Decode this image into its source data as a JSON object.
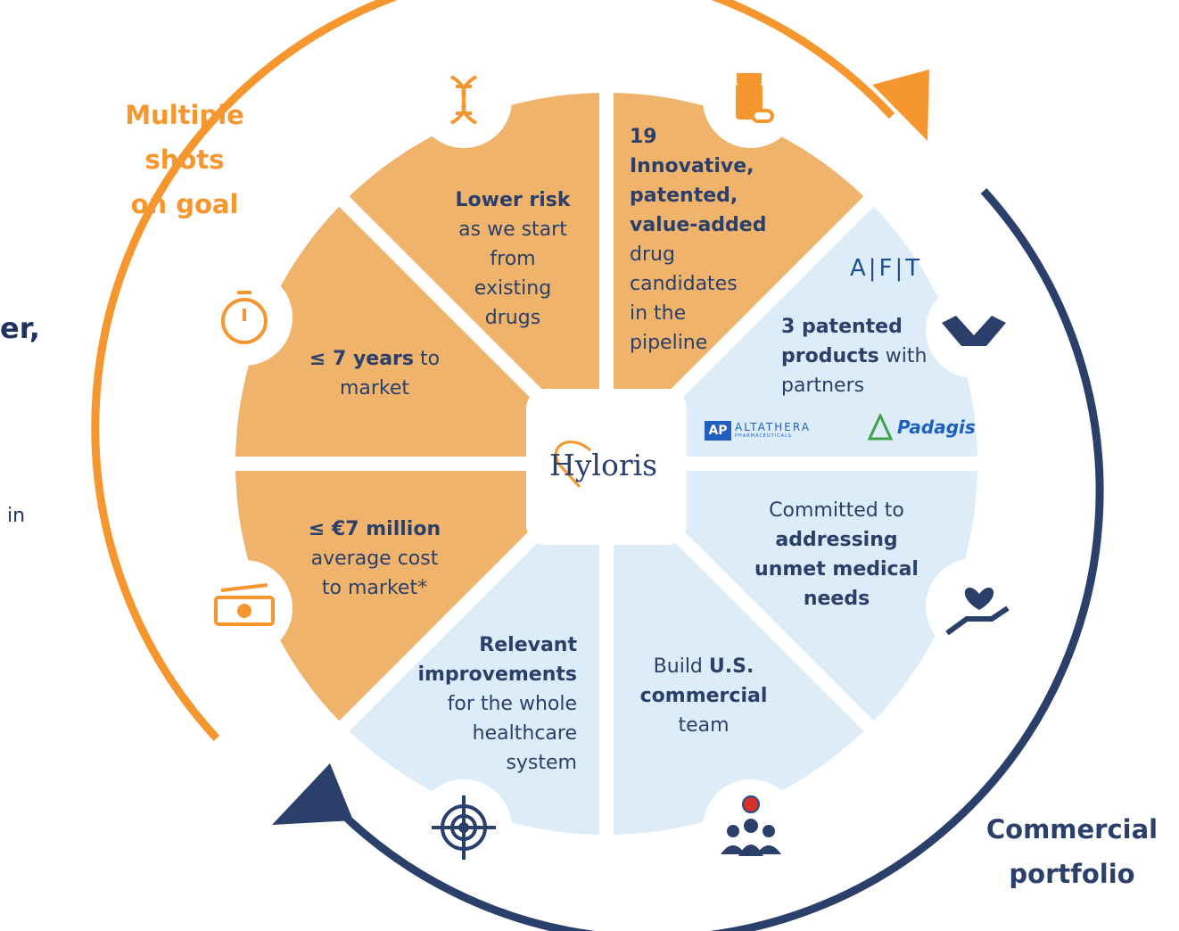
{
  "left_label": {
    "line1": "Multiple shots",
    "line2": "on goal"
  },
  "right_label": {
    "line1": "Commercial",
    "line2": "portfolio"
  },
  "center_logo": "Hyloris",
  "edge_fragments": {
    "top": "er,",
    "bottom": "in"
  },
  "segments": {
    "lower_risk": {
      "bold": "Lower risk",
      "rest_lines": [
        "as we start",
        "from",
        "existing",
        "drugs"
      ]
    },
    "pipeline": {
      "bold_lines": [
        "19",
        "Innovative,",
        "patented,",
        "value-added"
      ],
      "rest_lines": [
        "drug",
        "candidates",
        "in the",
        "pipeline"
      ]
    },
    "partners": {
      "bold_lines": [
        "3 patented",
        "products"
      ],
      "rest_suffix": " with",
      "rest_lines": [
        "partners"
      ]
    },
    "years": {
      "bold": "≤ 7 years",
      "rest_suffix": " to",
      "rest_lines": [
        "market"
      ]
    },
    "cost": {
      "bold": "≤ €7 million",
      "rest_lines": [
        "average cost",
        "to market*"
      ]
    },
    "unmet": {
      "pre": "Committed to",
      "bold_lines": [
        "addressing",
        "unmet medical",
        "needs"
      ]
    },
    "improvements": {
      "bold_lines": [
        "Relevant",
        "improvements"
      ],
      "rest_lines": [
        "for the whole",
        "healthcare",
        "system"
      ]
    },
    "us_team": {
      "pre": "Build ",
      "bold_lines": [
        "U.S.",
        "commercial"
      ],
      "rest_lines": [
        "team"
      ]
    }
  },
  "partner_logos": {
    "aft": "A|F|T",
    "altathera": "ALTATHERA",
    "altathera_sub": "PHARMACEUTICALS",
    "padagis": "Padagis"
  },
  "icons": [
    "dna-icon",
    "pill-bottle-icon",
    "handshake-icon",
    "heart-hand-icon",
    "team-flag-icon",
    "target-icon",
    "money-icon",
    "stopwatch-icon"
  ],
  "colors": {
    "orange_segment": "#f0b36c",
    "blue_segment": "#dcecf8",
    "orange_arrow": "#f5962f",
    "navy_arrow": "#2a3f6a",
    "divider": "#ffffff"
  }
}
